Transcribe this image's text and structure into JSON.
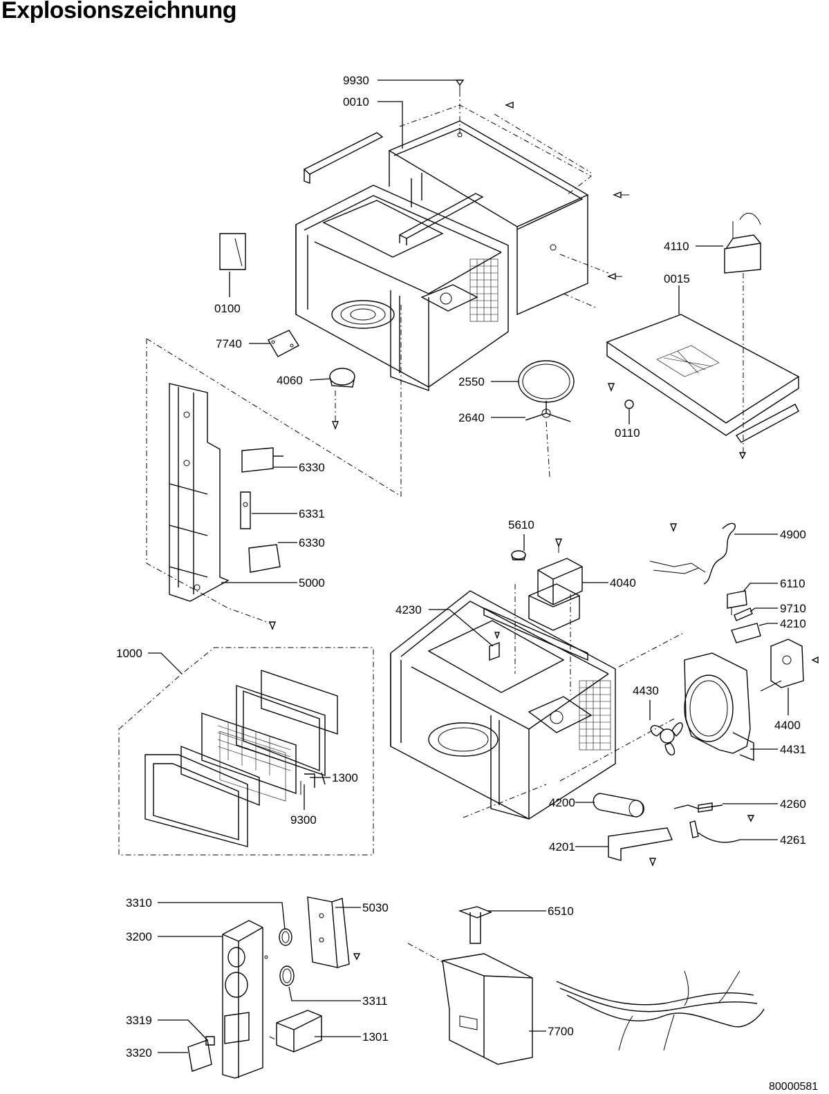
{
  "title": "Explosionszeichnung",
  "document_number": "80000581",
  "part_labels": {
    "p9930": "9930",
    "p0010": "0010",
    "p0100": "0100",
    "p7740": "7740",
    "p4060": "4060",
    "p2550": "2550",
    "p2640": "2640",
    "p4110": "4110",
    "p0015": "0015",
    "p0110": "0110",
    "p6330a": "6330",
    "p6331": "6331",
    "p6330b": "6330",
    "p5000": "5000",
    "p5610": "5610",
    "p4040": "4040",
    "p4900": "4900",
    "p6110": "6110",
    "p9710": "9710",
    "p4210": "4210",
    "p4230": "4230",
    "p4430": "4430",
    "p4400": "4400",
    "p4431": "4431",
    "p1000": "1000",
    "p1300": "1300",
    "p9300": "9300",
    "p4200": "4200",
    "p4260": "4260",
    "p4201": "4201",
    "p4261": "4261",
    "p3310": "3310",
    "p5030": "5030",
    "p3200": "3200",
    "p3311": "3311",
    "p3319": "3319",
    "p1301": "1301",
    "p3320": "3320",
    "p6510": "6510",
    "p7700": "7700"
  }
}
